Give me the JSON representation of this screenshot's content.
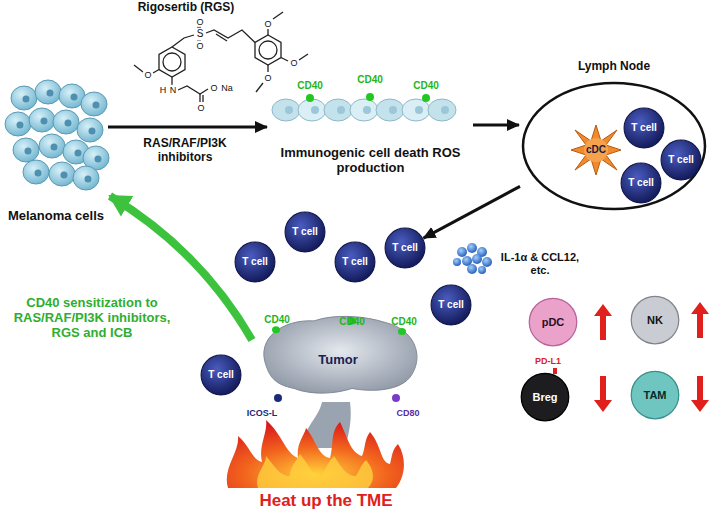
{
  "diagram": {
    "nodes": [
      {
        "text": [
          "Melanoma cells"
        ]
      },
      {
        "text": [
          "Immunogenic cell death ROS production"
        ]
      },
      {
        "text": [
          "Lymph Node"
        ]
      },
      {
        "text": [
          "cDC"
        ],
        "in": 2
      },
      {
        "text": [
          "T cell"
        ],
        "in": 2
      },
      {
        "text": [
          "T cell"
        ],
        "in": 2
      },
      {
        "text": [
          "T cell"
        ],
        "in": 2
      },
      {
        "text": [
          "Tumor"
        ]
      },
      {
        "text": [
          "T cell"
        ]
      },
      {
        "text": [
          "T cell"
        ]
      },
      {
        "text": [
          "T cell"
        ]
      },
      {
        "text": [
          "T cell"
        ]
      },
      {
        "text": [
          "T cell"
        ]
      },
      {
        "text": [
          "T cell"
        ]
      },
      {
        "text": [
          "pDC"
        ]
      },
      {
        "text": [
          "NK"
        ]
      },
      {
        "text": [
          "Breg"
        ]
      },
      {
        "text": [
          "TAM"
        ]
      }
    ],
    "edges": [
      {
        "from": 0,
        "to": 1,
        "arrow": "to",
        "label": "RAS/RAF/PI3K inhibitors"
      },
      {
        "from": 1,
        "to": 2,
        "arrow": "to"
      },
      {
        "from": 2,
        "to": 11,
        "arrow": "to"
      },
      {
        "from": 7,
        "to": 0,
        "arrow": "to",
        "label": "CD40 sensitization to RAS/RAF/PI3K inhibitors, RGS and ICB"
      }
    ],
    "labels": [
      "Rigosertib (RGS)",
      "O",
      "S",
      "O",
      "O",
      "O",
      "O",
      "O",
      "H",
      "N",
      "O",
      "O",
      "Na",
      "CD40",
      "CD40",
      "CD40",
      "CD40",
      "CD40",
      "CD40",
      "ICOS-L",
      "CD80",
      "IL-1α & CCL12, etc.",
      "PD-L1",
      "Heat up the TME"
    ]
  }
}
